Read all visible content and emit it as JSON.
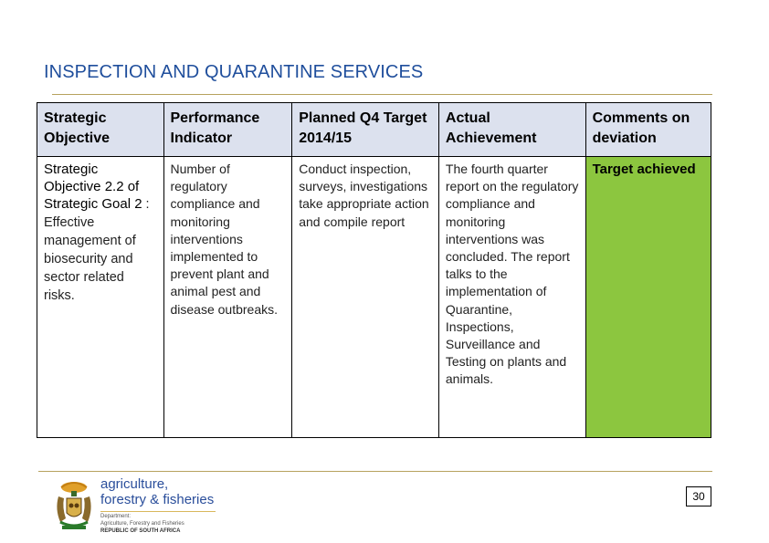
{
  "page": {
    "title": "INSPECTION AND QUARANTINE SERVICES",
    "page_number": "30"
  },
  "table": {
    "headers": [
      "Strategic Objective",
      "Performance Indicator",
      "Planned Q4 Target 2014/15",
      "Actual Achievement",
      "Comments on deviation"
    ],
    "row": {
      "strategic_objective_line1": "Strategic Objective 2.2 of Strategic Goal 2",
      "strategic_objective_line2": ": Effective management of biosecurity and sector related risks.",
      "performance_indicator": "Number of regulatory compliance and monitoring interventions implemented to prevent plant and animal pest and disease outbreaks.",
      "planned_target": "Conduct inspection, surveys, investigations take appropriate action and compile report",
      "actual_achievement": "The fourth quarter report on the regulatory compliance and monitoring interventions was concluded. The report talks to the implementation of Quarantine, Inspections, Surveillance and Testing on plants and animals.",
      "comments": "Target achieved"
    },
    "colors": {
      "header_bg": "#dce1ee",
      "achieved_bg": "#8cc63f"
    }
  },
  "footer": {
    "brand_line1": "agriculture,",
    "brand_line2": "forestry & fisheries",
    "dept_line1": "Department:",
    "dept_line2": "Agriculture, Forestry and Fisheries",
    "dept_line3": "REPUBLIC OF SOUTH AFRICA",
    "logo_icon": "coat-of-arms-icon"
  }
}
